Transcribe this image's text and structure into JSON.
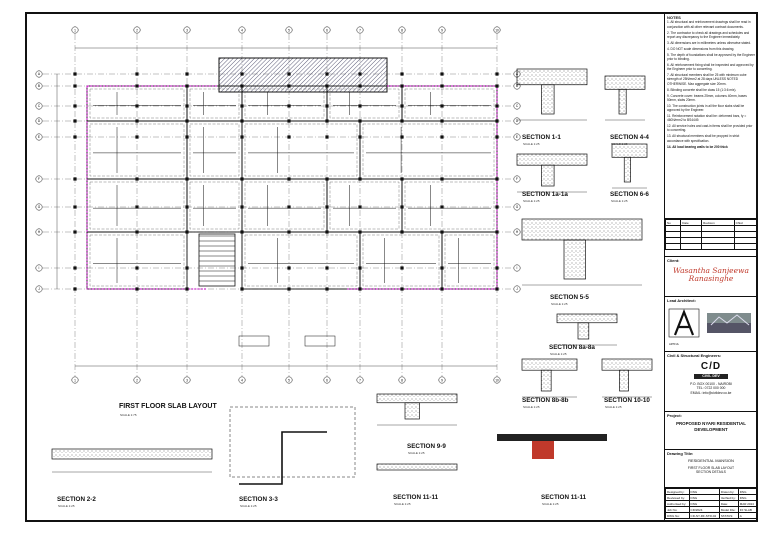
{
  "plan": {
    "title": "FIRST FLOOR SLAB LAYOUT",
    "scale": "SCALE 1:75",
    "grid_cols": [
      "1",
      "2",
      "3",
      "4",
      "5",
      "6",
      "7",
      "8",
      "9",
      "10"
    ],
    "grid_rows": [
      "A",
      "B",
      "C",
      "D",
      "E",
      "F",
      "G",
      "H",
      "I",
      "J"
    ]
  },
  "sections": {
    "s11": {
      "title": "SECTION 1-1",
      "scale": "SCALE 1:25"
    },
    "s44": {
      "title": "SECTION 4-4",
      "scale": "SCALE 1:25"
    },
    "s1a": {
      "title": "SECTION 1a-1a",
      "scale": "SCALE 1:25"
    },
    "s66": {
      "title": "SECTION 6-6",
      "scale": "SCALE 1:25"
    },
    "s55": {
      "title": "SECTION 5-5",
      "scale": "SCALE 1:25"
    },
    "s8a": {
      "title": "SECTION 8a-8a",
      "scale": "SCALE 1:25"
    },
    "s8b": {
      "title": "SECTION 8b-8b",
      "scale": "SCALE 1:25"
    },
    "s1010": {
      "title": "SECTION 10-10",
      "scale": "SCALE 1:25"
    },
    "s99": {
      "title": "SECTION 9-9",
      "scale": "SCALE 1:25"
    },
    "s22": {
      "title": "SECTION 2-2",
      "scale": "SCALE 1:25"
    },
    "s33": {
      "title": "SECTION 3-3",
      "scale": "SCALE 1:25"
    },
    "s1111a": {
      "title": "SECTION 11-11",
      "scale": "SCALE 1:25"
    },
    "s1111b": {
      "title": "SECTION 11-11",
      "scale": "SCALE 1:25"
    }
  },
  "titleblock": {
    "notes_head": "NOTES",
    "notes": [
      "1. All structural and reinforcement drawings shall be read in conjunction with all other relevant contract documents.",
      "2. The contractor to check all drawings and schedules and report any discrepancy to the Engineer immediately.",
      "3. All dimensions are in millimeters unless otherwise stated.",
      "4. DO NOT scale dimensions from this drawing.",
      "5. The depth of foundations shall be approved by the Engineer prior to blinding.",
      "6. All reinforcement fixing shall be inspected and approved by the Engineer prior to concreting.",
      "7. All structural members shall be 25 with minimum cube strength of 25N/mm2 at 28 days UNLESS NOTED OTHERWISE. Max aggregate size 20mm.",
      "8. Blinding concrete shall be class 15 (1:3:6 mix).",
      "9. Concrete cover: beams 25mm, columns 40mm, bases 50mm, slabs 20mm.",
      "10. The construction joints in all the floor slabs shall be approved by the Engineer.",
      "11. Reinforcement notation shall be: deformed bars, fy = 460N/mm2 to BS4449.",
      "12. All service holes and cast-in items shall be provided prior to concreting.",
      "13. All structural members shall be propped in strict accordance with specification.",
      "14. All load bearing walls to be 200 thick"
    ],
    "rev_table_head": [
      "No",
      "Date",
      "Revision",
      "Chkd"
    ],
    "client_label": "Client:",
    "client_name": "Wasantha Sanjeewa Ranasinghe",
    "architect_label": "Lead Architect:",
    "architect_name": "ARTFUL",
    "engineer_label": "Civil & Structural Engineers:",
    "engineer_logo": "C/D",
    "engineer_sub": "CIVIL DEV",
    "engineer_addr": "P.O. BOX 00100 - NAIROBI",
    "engineer_tel": "TEL: 0722 000 000",
    "engineer_email": "EMAIL: info@civildev.co.ke",
    "project_label": "Project:",
    "project_title": "PROPOSED NYARI RESIDENTIAL DEVELOPMENT",
    "drawing_label": "Drawing Title:",
    "drawing_title": "RESIDENTIAL MANSION",
    "drawing_sub": "FIRST FLOOR SLAB LAYOUT",
    "drawing_sub2": "SECTION DETAILS",
    "meta": [
      [
        "Designed by:",
        "DNG",
        "Drawn by:",
        "DNG"
      ],
      [
        "Reviewed by:",
        "DNG",
        "Verified by:",
        "DNG"
      ],
      [
        "Authorised by:",
        "DNG",
        "Date:",
        "MAR 2024"
      ],
      [
        "Job No:",
        "CD/2024",
        "Model File:",
        "FF SLAB"
      ],
      [
        "DWG No:",
        "CD-NY-RF-STR-04",
        "STATUS:",
        "A"
      ]
    ]
  }
}
